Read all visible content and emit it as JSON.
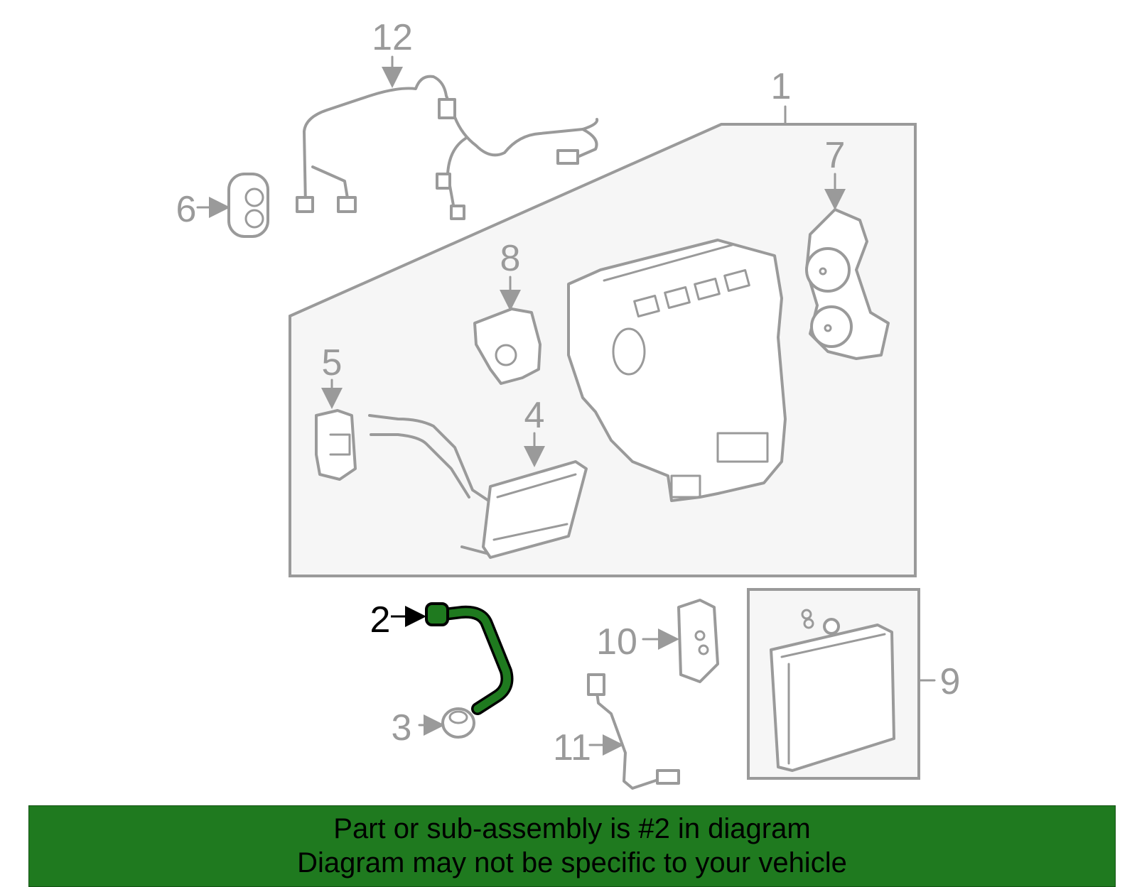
{
  "callouts": {
    "c1": "1",
    "c2": "2",
    "c3": "3",
    "c4": "4",
    "c5": "5",
    "c6": "6",
    "c7": "7",
    "c8": "8",
    "c9": "9",
    "c10": "10",
    "c11": "11",
    "c12": "12"
  },
  "highlighted_part": "2",
  "colors": {
    "highlight": "#1f7a1f",
    "line_art": "#9a9a9a",
    "banner_text": "#000000"
  },
  "banner": {
    "line1": "Part or sub-assembly is #2 in diagram",
    "line2": "Diagram may not be specific to your vehicle"
  }
}
